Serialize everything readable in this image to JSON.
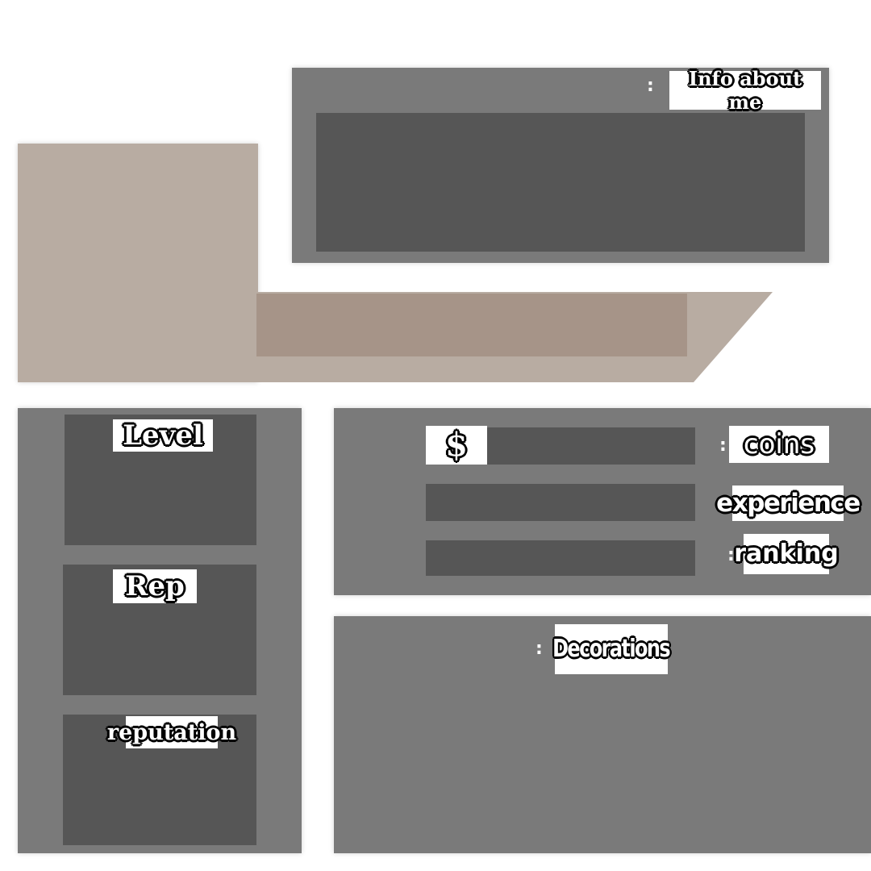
{
  "colors": {
    "panel_gray": "#7a7a7a",
    "inner_dark": "#565656",
    "beige_light": "#b8aca2",
    "beige_dark": "#a69488",
    "label_bg": "#ffffff"
  },
  "info": {
    "label": "Info about me",
    "separator": ":"
  },
  "stats_left": {
    "level_label": "Level",
    "rep_label": "Rep",
    "reputation_label": "reputation"
  },
  "currency": {
    "symbol": "$",
    "coins_label": "coins",
    "experience_label": "experience",
    "ranking_label": "ranking",
    "separator": ":"
  },
  "decorations": {
    "label": "Decorations",
    "separator": ":"
  }
}
